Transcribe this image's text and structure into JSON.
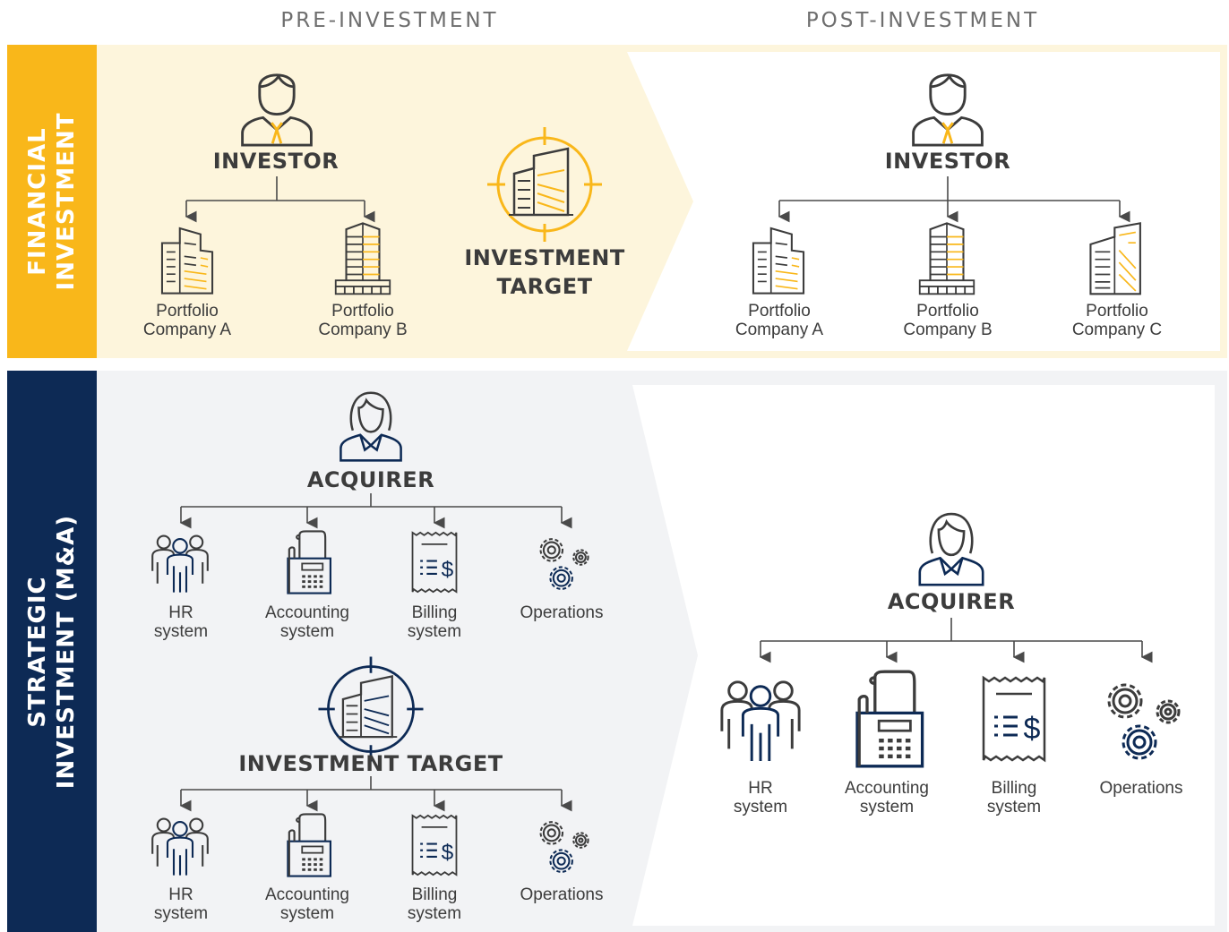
{
  "headers": {
    "pre": "PRE-INVESTMENT",
    "post": "POST-INVESTMENT"
  },
  "financial": {
    "band_line1": "FINANCIAL",
    "band_line2": "INVESTMENT",
    "pre": {
      "investor": "INVESTOR",
      "target_line1": "INVESTMENT",
      "target_line2": "TARGET",
      "companies": [
        {
          "line1": "Portfolio",
          "line2": "Company A"
        },
        {
          "line1": "Portfolio",
          "line2": "Company B"
        }
      ]
    },
    "post": {
      "investor": "INVESTOR",
      "companies": [
        {
          "line1": "Portfolio",
          "line2": "Company A"
        },
        {
          "line1": "Portfolio",
          "line2": "Company B"
        },
        {
          "line1": "Portfolio",
          "line2": "Company C"
        }
      ]
    }
  },
  "strategic": {
    "band_line1": "STRATEGIC",
    "band_line2": "INVESTMENT (M&A)",
    "pre": {
      "acquirer": "ACQUIRER",
      "target": "INVESTMENT TARGET",
      "acquirer_systems": [
        {
          "line1": "HR",
          "line2": "system"
        },
        {
          "line1": "Accounting",
          "line2": "system"
        },
        {
          "line1": "Billing",
          "line2": "system"
        },
        {
          "line1": "Operations",
          "line2": ""
        }
      ],
      "target_systems": [
        {
          "line1": "HR",
          "line2": "system"
        },
        {
          "line1": "Accounting",
          "line2": "system"
        },
        {
          "line1": "Billing",
          "line2": "system"
        },
        {
          "line1": "Operations",
          "line2": ""
        }
      ]
    },
    "post": {
      "acquirer": "ACQUIRER",
      "systems": [
        {
          "line1": "HR",
          "line2": "system"
        },
        {
          "line1": "Accounting",
          "line2": "system"
        },
        {
          "line1": "Billing",
          "line2": "system"
        },
        {
          "line1": "Operations",
          "line2": ""
        }
      ]
    }
  },
  "colors": {
    "gold": "#f9b71a",
    "navy": "#0d2a55",
    "cream": "#fdf5dc",
    "light_gray": "#f2f3f5",
    "text": "#3c3c3c"
  }
}
